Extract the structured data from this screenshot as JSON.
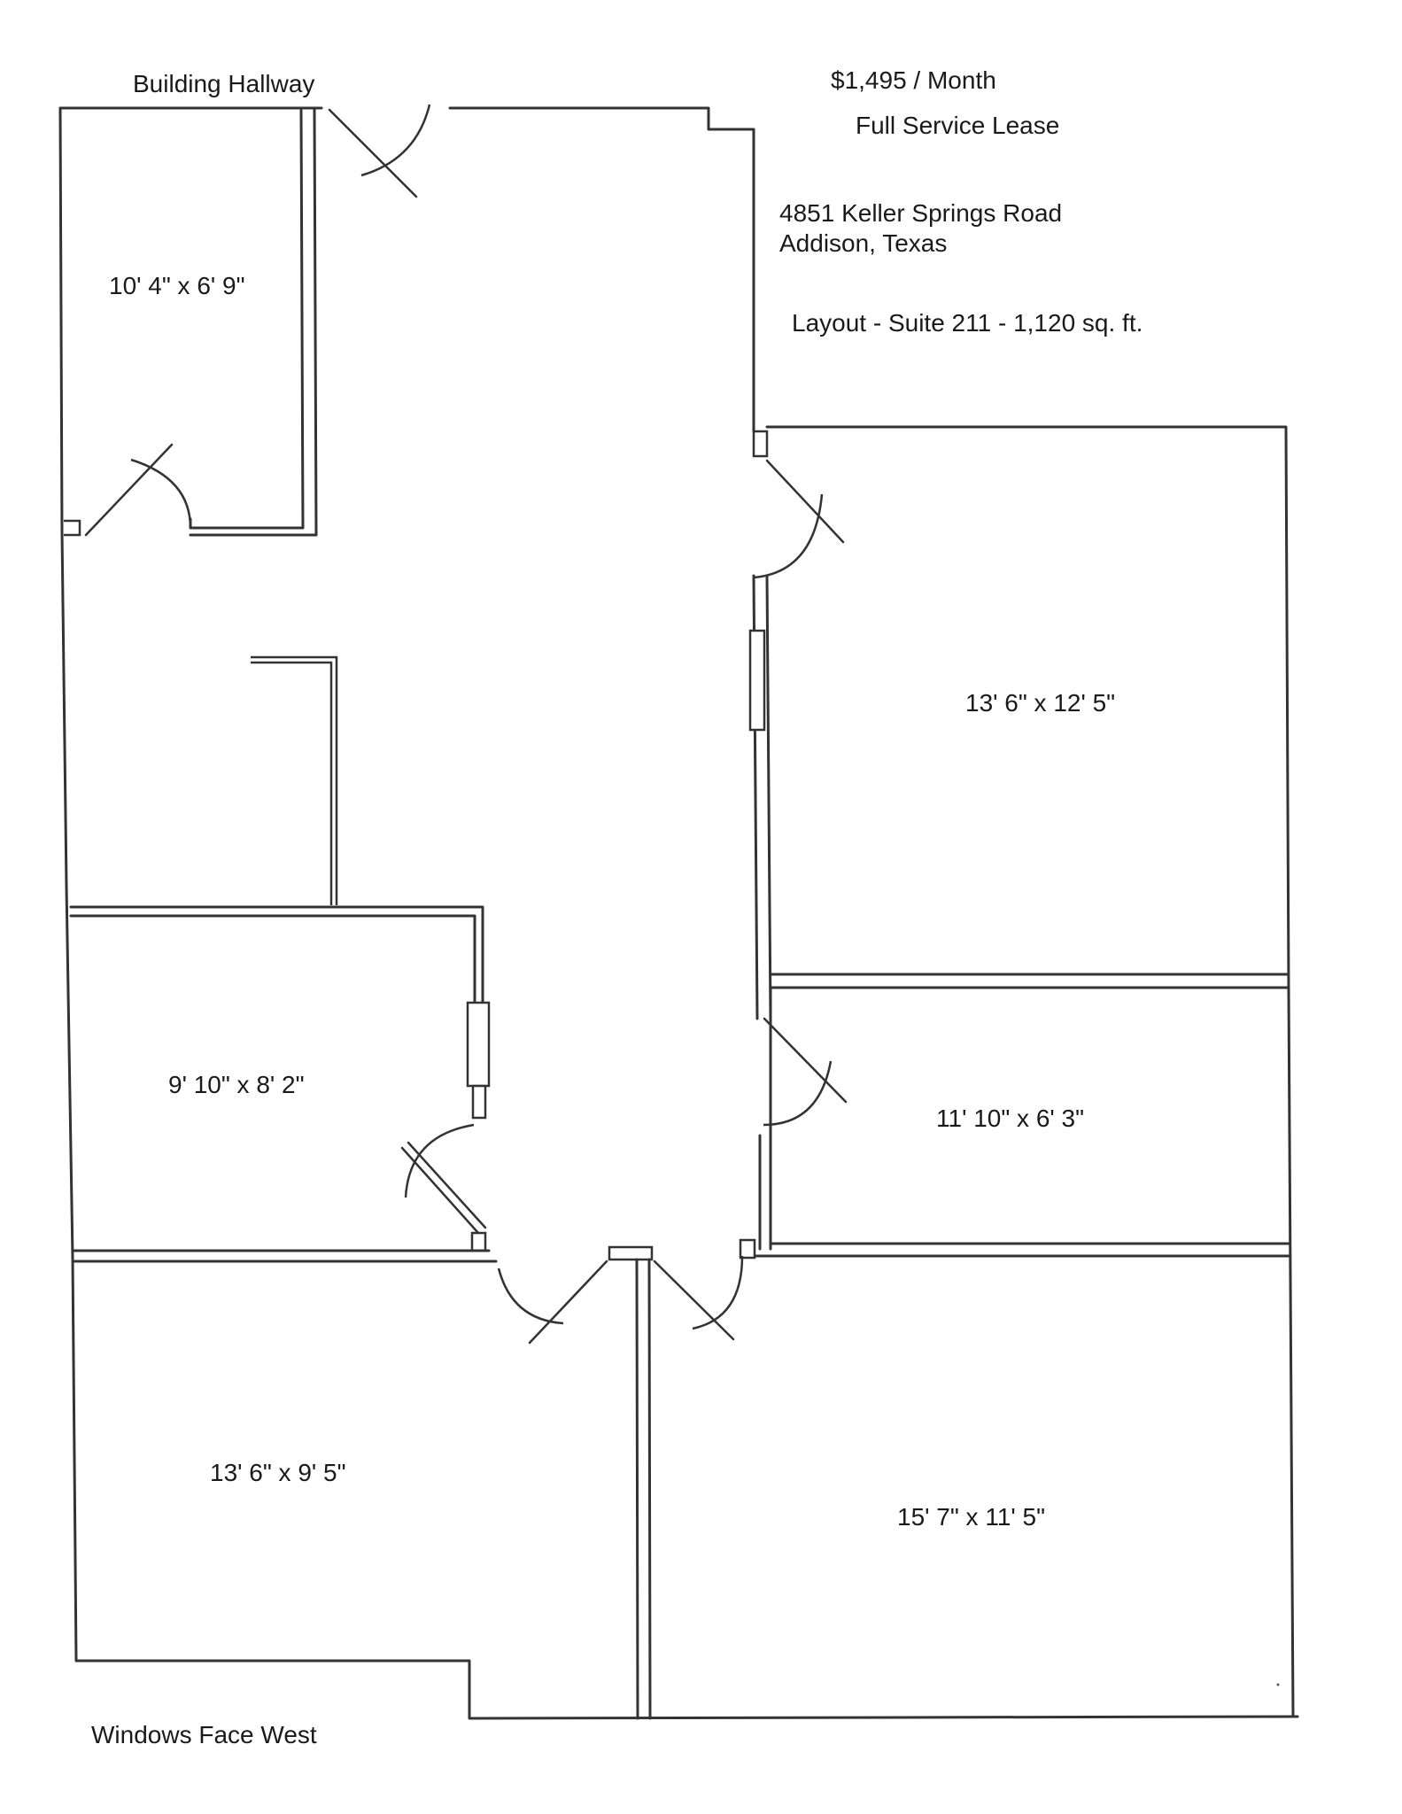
{
  "header": {
    "hallway_label": "Building Hallway",
    "price": "$1,495 / Month",
    "lease_type": "Full Service Lease",
    "address_line1": "4851 Keller Springs Road",
    "address_line2": "Addison, Texas",
    "layout_title": "Layout - Suite 211 - 1,120 sq. ft."
  },
  "rooms": {
    "storage": "10' 4\" x 6' 9\"",
    "office_ne": "13' 6\" x 12' 5\"",
    "office_w": "9' 10\" x 8' 2\"",
    "office_e": "11' 10\" x 6' 3\"",
    "office_sw": "13' 6\" x 9' 5\"",
    "office_se": "15' 7\" x 11' 5\""
  },
  "footer": {
    "windows_note": "Windows Face West"
  }
}
